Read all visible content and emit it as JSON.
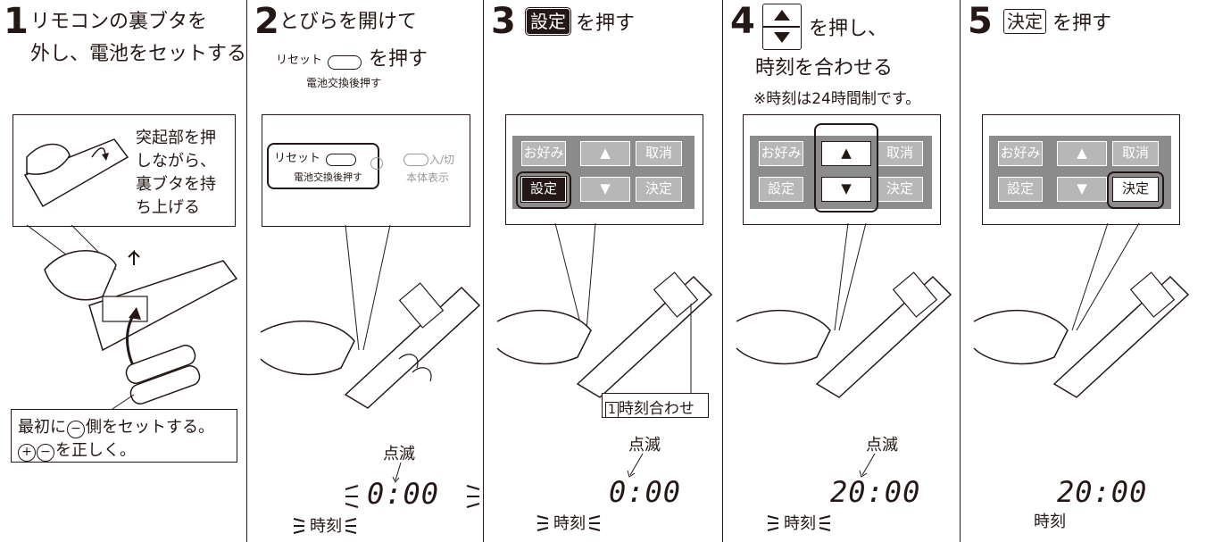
{
  "steps": [
    {
      "number": "1",
      "title_line1": "リモコンの裏ブタを",
      "title_line2": "外し、電池をセットする",
      "callout_text": [
        "突起部を押",
        "しながら、",
        "裏ブタを持",
        "ち上げる"
      ],
      "note_line1_a": "最初に",
      "note_line1_minus": "−",
      "note_line1_b": "側をセットする。",
      "note_line2_plus": "+",
      "note_line2_minus": "−",
      "note_line2_b": "を正しく。"
    },
    {
      "number": "2",
      "title": "とびらを開けて",
      "sub_reset": "リセット",
      "sub_press": "を押す",
      "sub_note": "電池交換後押す",
      "panel_reset": "リセット",
      "panel_reset_note": "電池交換後押す",
      "panel_power": "入/切",
      "panel_display": "本体表示",
      "blink": "点滅",
      "time": "0:00",
      "time_label": "時刻"
    },
    {
      "number": "3",
      "key": "設定",
      "title_suffix": "を押す",
      "keys": {
        "okonomi": "お好み",
        "up": "▲",
        "cancel": "取消",
        "settei": "設定",
        "down": "▼",
        "kettei": "決定"
      },
      "menu_index": "1",
      "menu_label": "時刻合わせ",
      "blink": "点滅",
      "time": "0:00",
      "time_label": "時刻"
    },
    {
      "number": "4",
      "title_suffix": "を押し、",
      "title_line2": "時刻を合わせる",
      "note": "※時刻は24時間制です。",
      "keys": {
        "okonomi": "お好み",
        "up": "▲",
        "cancel": "取消",
        "settei": "設定",
        "down": "▼",
        "kettei": "決定"
      },
      "blink": "点滅",
      "time": "20:00",
      "time_label": "時刻"
    },
    {
      "number": "5",
      "key": "決定",
      "title_suffix": "を押す",
      "keys": {
        "okonomi": "お好み",
        "up": "▲",
        "cancel": "取消",
        "settei": "設定",
        "down": "▼",
        "kettei": "決定"
      },
      "time": "20:00",
      "time_label": "時刻"
    }
  ]
}
